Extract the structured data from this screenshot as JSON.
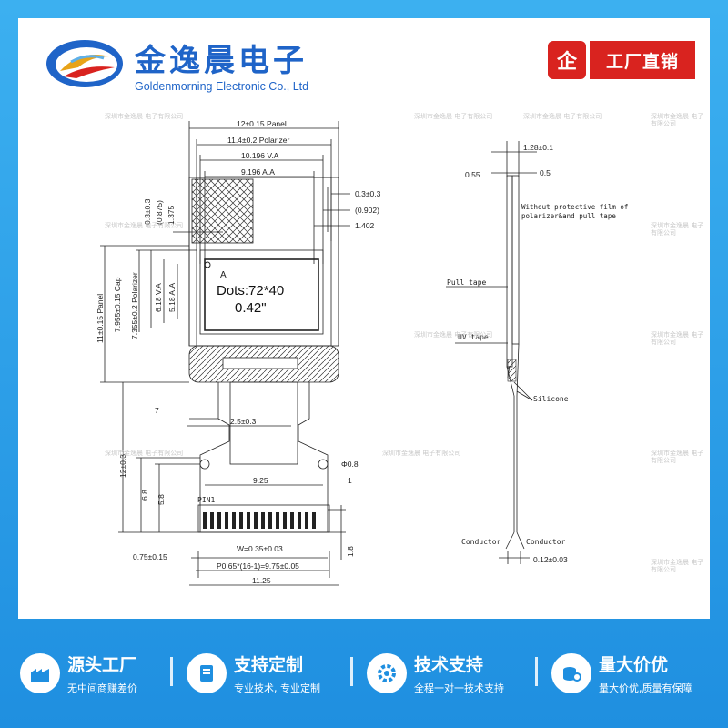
{
  "header": {
    "brand_cn": "金逸晨电子",
    "brand_en": "Goldenmorning Electronic Co., Ltd",
    "badge_char": "企",
    "badge_text": "工厂直销"
  },
  "drawing": {
    "front": {
      "panel_w": "12±0.15 Panel",
      "polarizer_w": "11.4±0.2 Polarizer",
      "va_w": "10.196 V.A",
      "aa_w": "9.196 A.A",
      "r1": "0.3±0.3",
      "r2": "(0.902)",
      "r3": "1.402",
      "t1": "0.3±0.3",
      "t2": "(0.875)",
      "t3": "1.375",
      "panel_h": "11±0.15 Panel",
      "cap_h": "7.955±0.15 Cap",
      "pol_h": "7.355±0.2 Polarizer",
      "va_h": "6.18 V.A",
      "aa_h": "5.18 A.A",
      "label_a": "A",
      "dots": "Dots:72*40",
      "size": "0.42\"",
      "d7": "7",
      "tail_w": "2.5±0.3",
      "tail_h": "12±0.3",
      "hole": "Φ0.8",
      "hole_pitch": "9.25",
      "one": "1",
      "h68": "6.8",
      "h58": "5.8",
      "pin1": "PIN1",
      "pad_edge": "0.75±0.15",
      "pad_w": "W=0.35±0.03",
      "pitch": "P0.65*(16-1)=9.75±0.05",
      "total_w": "11.25",
      "pad_h": "1.8"
    },
    "side": {
      "d128": "1.28±0.1",
      "d055": "0.55",
      "d05": "0.5",
      "note": "Without protective film of polarizer&and pull tape",
      "pull_tape": "Pull tape",
      "uv_tape": "UV tape",
      "silicone": "Silicone",
      "conductor_l": "Conductor",
      "conductor_r": "Conductor",
      "d012": "0.12±0.03"
    },
    "watermark": "深圳市金逸晨 电子有限公司"
  },
  "footer": {
    "items": [
      {
        "title": "源头工厂",
        "sub": "无中间商赚差价"
      },
      {
        "title": "支持定制",
        "sub": "专业技术, 专业定制"
      },
      {
        "title": "技术支持",
        "sub": "全程一对一技术支持"
      },
      {
        "title": "量大价优",
        "sub": "量大价优,质量有保障"
      }
    ]
  },
  "colors": {
    "accent": "#1f64c8",
    "background": "#2c9fe6",
    "badge": "#d9231f"
  },
  "icons": [
    "company-logo-icon",
    "factory-icon",
    "document-icon",
    "gear-icon",
    "coins-icon"
  ]
}
